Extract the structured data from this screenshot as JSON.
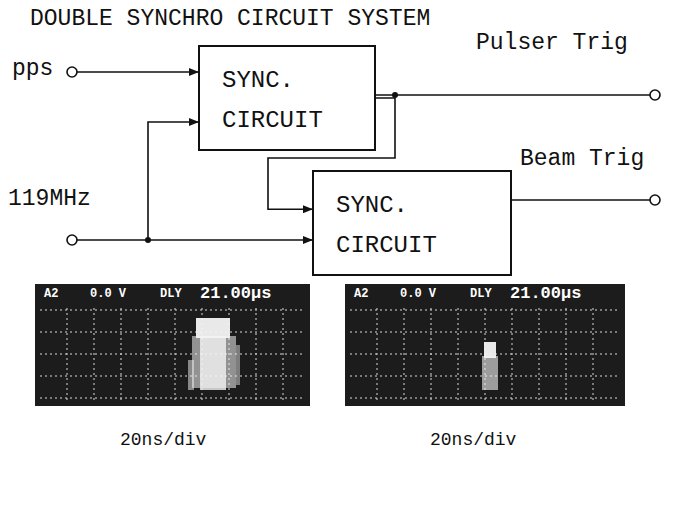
{
  "diagram": {
    "title": "DOUBLE SYNCHRO CIRCUIT SYSTEM",
    "nodes": [
      {
        "text": [
          "SYNC. CIRCUIT"
        ]
      },
      {
        "text": [
          "SYNC. CIRCUIT"
        ]
      }
    ],
    "edges": [
      {
        "from": 0,
        "to": 1,
        "arrow": "to"
      }
    ],
    "labels": [
      "pps",
      "119MHz",
      "Pulser Trig",
      "Beam Trig",
      "A2",
      "0.0 V",
      "DLY",
      "21.00µs",
      "A2",
      "0.0 V",
      "DLY",
      "21.00µs",
      "20ns/div",
      "20ns/div"
    ]
  }
}
